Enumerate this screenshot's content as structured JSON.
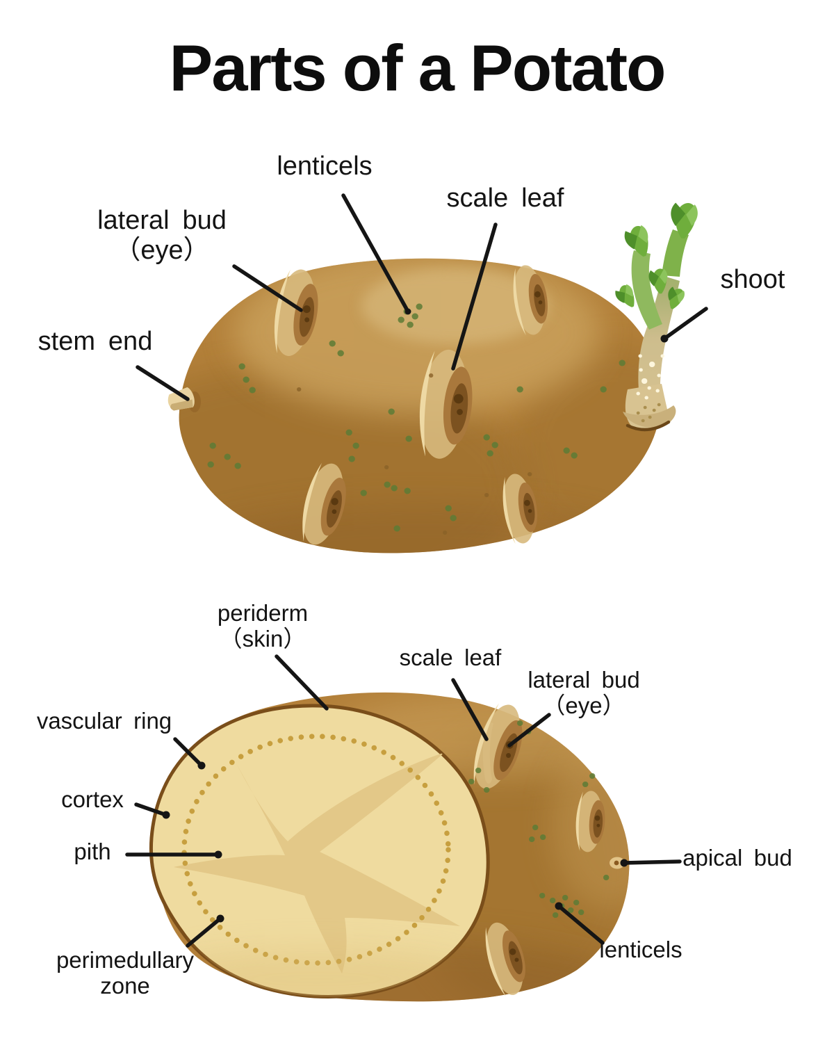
{
  "title": "Parts of a Potato",
  "top_diagram": {
    "description": "whole potato external view with sprouting shoot",
    "labels": {
      "lenticels": "lenticels",
      "scale_leaf": "scale leaf",
      "lateral_bud_line1": "lateral bud",
      "lateral_bud_line2": "（eye）",
      "stem_end": "stem end",
      "shoot": "shoot"
    }
  },
  "bottom_diagram": {
    "description": "potato cut open showing cross-section",
    "labels": {
      "periderm_line1": "periderm",
      "periderm_line2": "（skin）",
      "scale_leaf": "scale leaf",
      "lateral_bud_line1": "lateral bud",
      "lateral_bud_line2": "（eye）",
      "vascular_ring": "vascular ring",
      "cortex": "cortex",
      "pith": "pith",
      "perimedullary_line1": "perimedullary",
      "perimedullary_line2": "zone",
      "apical_bud": "apical bud",
      "lenticels": "lenticels"
    }
  },
  "colors": {
    "background": "#ffffff",
    "text": "#141414",
    "leader_line": "#151515",
    "potato_skin": "#b3803a",
    "potato_skin_dark": "#8f6526",
    "potato_skin_light": "#c9a05c",
    "cut_face": "#efdb9f",
    "pith_star": "#e3c888",
    "vascular_ring_dots": "#c79f3f",
    "cut_outline": "#7a4e1a",
    "shoot_green": "#74ad42",
    "shoot_base_tan": "#d8c391",
    "lenticel_green": "#5d7c36"
  }
}
